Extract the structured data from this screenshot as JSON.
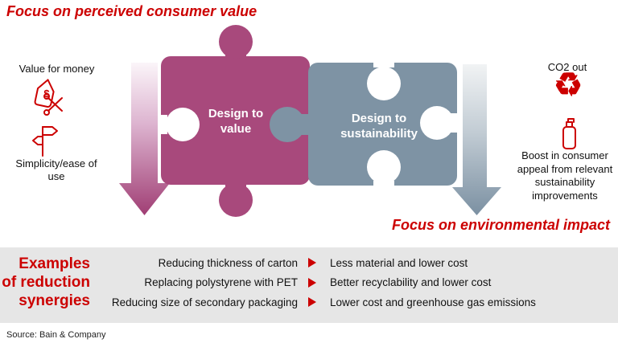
{
  "titles": {
    "top": "Focus on perceived consumer value",
    "bottom": "Focus on environmental impact"
  },
  "left_labels": {
    "value_for_money": "Value for money",
    "simplicity": "Simplicity/ease of use"
  },
  "right_labels": {
    "co2": "CO2 out",
    "boost": "Boost in consumer appeal from relevant sustainability improvements"
  },
  "puzzle": {
    "left_piece": "Design to value",
    "right_piece": "Design to sustainability"
  },
  "examples": {
    "heading": {
      "l1": "Examples",
      "l2": "of reduction",
      "l3": "synergies"
    },
    "rows": [
      {
        "left": "Reducing thickness of carton",
        "right": "Less material and lower cost"
      },
      {
        "left": "Replacing polystyrene with PET",
        "right": "Better recyclability and lower cost"
      },
      {
        "left": "Reducing size of secondary packaging",
        "right": "Lower cost and greenhouse gas emissions"
      }
    ]
  },
  "source": "Source: Bain & Company",
  "icons": {
    "price_tag": "price-tag-scissors-icon",
    "signpost": "signpost-icon",
    "recycle": "recycle-icon",
    "bottle": "pump-bottle-icon",
    "dollar_glyph": "$",
    "recycle_glyph": "♻"
  },
  "colors": {
    "accent_red": "#cc0000",
    "magenta_piece": "#a8497c",
    "slate_piece": "#7e93a4",
    "bar_background": "#e6e6e6",
    "arrow_magenta_end": "#a03e74",
    "arrow_slate_end": "#7b90a2"
  }
}
